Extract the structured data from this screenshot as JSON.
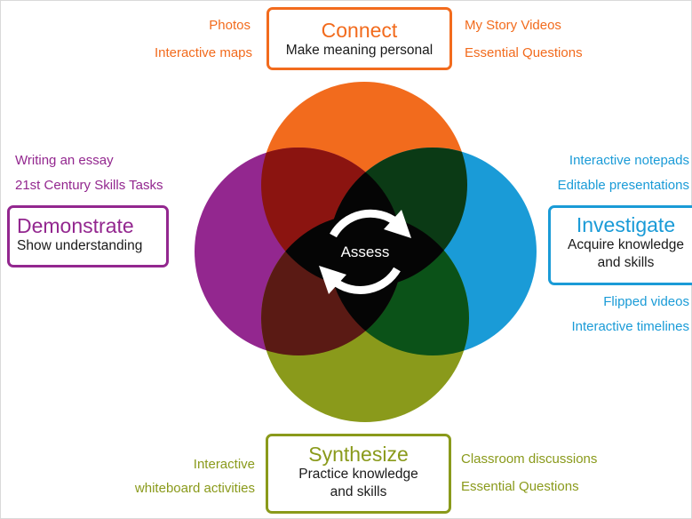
{
  "center_label": "Assess",
  "colors": {
    "connect": "#f26b1d",
    "investigate": "#1a9bd7",
    "synthesize": "#8a9a1b",
    "demonstrate": "#93278f",
    "overlap_connect_demonstrate": "#8b1410",
    "overlap_connect_investigate": "#0b3a15",
    "overlap_investigate_synthesize": "#0b5218",
    "overlap_synthesize_demonstrate": "#5a1a14",
    "center": "#050505"
  },
  "connect": {
    "title": "Connect",
    "subtitle": "Make meaning personal",
    "left_notes": [
      "Photos",
      "Interactive maps"
    ],
    "right_notes": [
      "My Story Videos",
      "Essential Questions"
    ]
  },
  "demonstrate": {
    "title": "Demonstrate",
    "subtitle": "Show understanding",
    "notes": [
      "Writing an essay",
      "21st Century Skills Tasks"
    ]
  },
  "investigate": {
    "title": "Investigate",
    "subtitle_line1": "Acquire knowledge",
    "subtitle_line2": "and skills",
    "notes_top": [
      "Interactive notepads",
      "Editable presentations"
    ],
    "notes_bottom": [
      "Flipped videos",
      "Interactive timelines"
    ]
  },
  "synthesize": {
    "title": "Synthesize",
    "subtitle_line1": "Practice knowledge",
    "subtitle_line2": "and skills",
    "left_notes": [
      "Interactive",
      "whiteboard activities"
    ],
    "right_notes": [
      "Classroom discussions",
      "Essential Questions"
    ]
  }
}
